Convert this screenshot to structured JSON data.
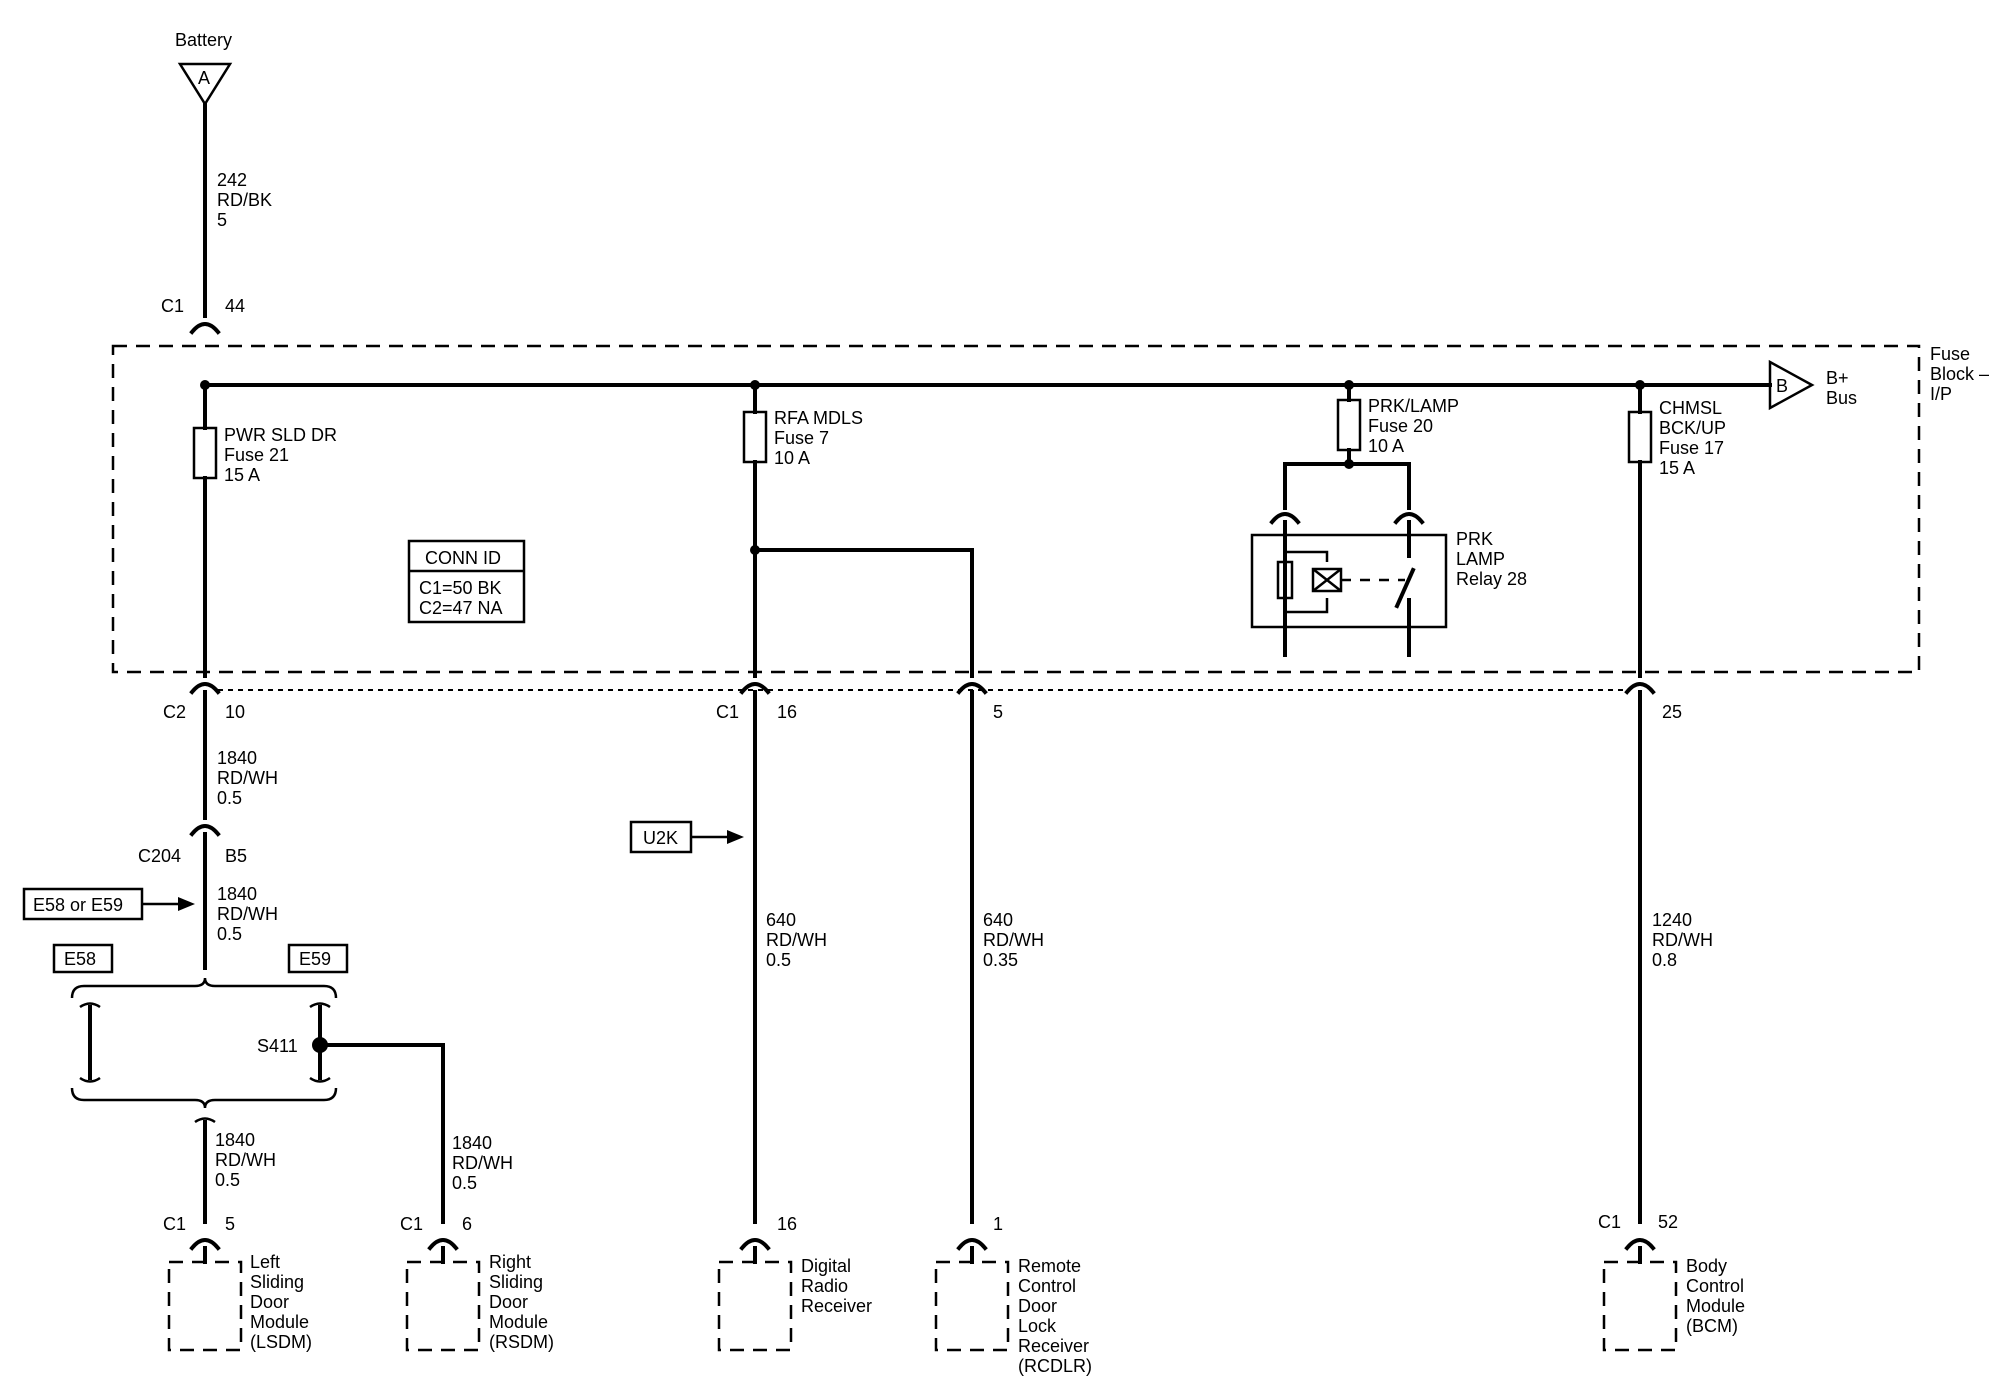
{
  "battery": {
    "label": "Battery",
    "ref": "A"
  },
  "feed_wire": {
    "circuit": "242",
    "color": "RD/BK",
    "gauge": "5"
  },
  "fuse_block": {
    "name_l1": "Fuse",
    "name_l2": "Block –",
    "name_l3": "I/P"
  },
  "c1_top": {
    "conn": "C1",
    "pin": "44"
  },
  "bplus": {
    "ref": "B",
    "line1": "B+",
    "line2": "Bus"
  },
  "fuses": {
    "pwr_sld_dr": {
      "name": "PWR SLD DR",
      "fuse": "Fuse 21",
      "amps": "15 A"
    },
    "rfa_mdls": {
      "name": "RFA MDLS",
      "fuse": "Fuse 7",
      "amps": "10 A"
    },
    "prk_lamp": {
      "name": "PRK/LAMP",
      "fuse": "Fuse 20",
      "amps": "10 A"
    },
    "chmsl": {
      "name": "CHMSL",
      "name2": "BCK/UP",
      "fuse": "Fuse 17",
      "amps": "15 A"
    }
  },
  "relay": {
    "l1": "PRK",
    "l2": "LAMP",
    "l3": "Relay 28"
  },
  "conn_id": {
    "title": "CONN ID",
    "line1": "C1=50 BK",
    "line2": "C2=47 NA"
  },
  "bottom_conns": {
    "c2_10": {
      "conn": "C2",
      "pin": "10"
    },
    "c1_16": {
      "conn": "C1",
      "pin": "16"
    },
    "pin_5": "5",
    "pin_25": "25"
  },
  "wires": {
    "w1840_a": {
      "circuit": "1840",
      "color": "RD/WH",
      "gauge": "0.5"
    },
    "w1840_b": {
      "circuit": "1840",
      "color": "RD/WH",
      "gauge": "0.5"
    },
    "w1840_c": {
      "circuit": "1840",
      "color": "RD/WH",
      "gauge": "0.5"
    },
    "w1840_d": {
      "circuit": "1840",
      "color": "RD/WH",
      "gauge": "0.5"
    },
    "w640_a": {
      "circuit": "640",
      "color": "RD/WH",
      "gauge": "0.5"
    },
    "w640_b": {
      "circuit": "640",
      "color": "RD/WH",
      "gauge": "0.35"
    },
    "w1240": {
      "circuit": "1240",
      "color": "RD/WH",
      "gauge": "0.8"
    }
  },
  "c204": {
    "conn": "C204",
    "pin": "B5"
  },
  "options": {
    "e58_or_e59": "E58 or E59",
    "e58": "E58",
    "e59": "E59",
    "u2k": "U2K"
  },
  "splice": "S411",
  "modules": {
    "lsdm": {
      "conn": "C1",
      "pin": "5",
      "l1": "Left",
      "l2": "Sliding",
      "l3": "Door",
      "l4": "Module",
      "l5": "(LSDM)"
    },
    "rsdm": {
      "conn": "C1",
      "pin": "6",
      "l1": "Right",
      "l2": "Sliding",
      "l3": "Door",
      "l4": "Module",
      "l5": "(RSDM)"
    },
    "drr": {
      "pin": "16",
      "l1": "Digital",
      "l2": "Radio",
      "l3": "Receiver"
    },
    "rcdlr": {
      "pin": "1",
      "l1": "Remote",
      "l2": "Control",
      "l3": "Door",
      "l4": "Lock",
      "l5": "Receiver",
      "l6": "(RCDLR)"
    },
    "bcm": {
      "conn": "C1",
      "pin": "52",
      "l1": "Body",
      "l2": "Control",
      "l3": "Module",
      "l4": "(BCM)"
    }
  }
}
